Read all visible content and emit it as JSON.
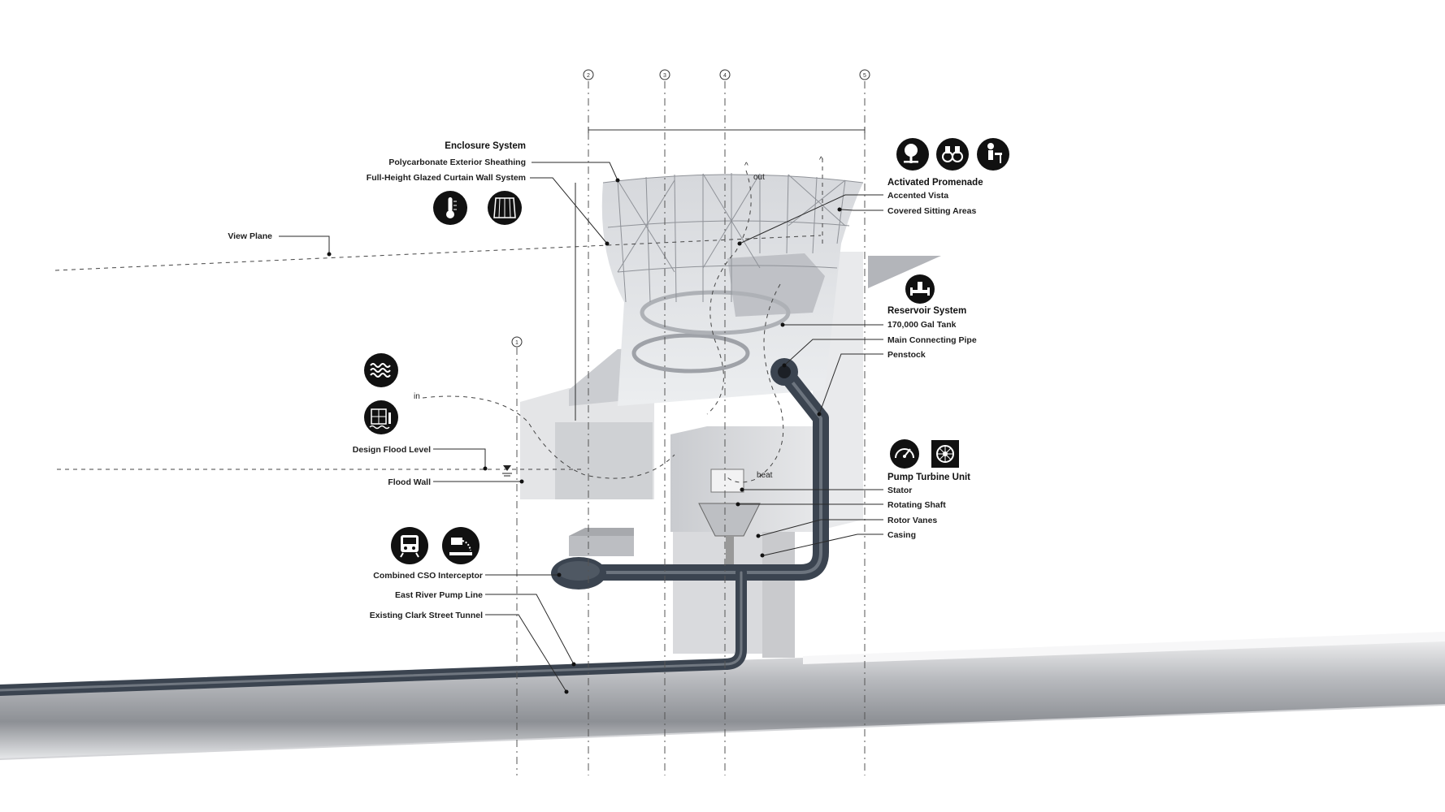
{
  "grid_lines": [
    "1",
    "2",
    "3",
    "4",
    "5"
  ],
  "groups": {
    "enclosure": {
      "title": "Enclosure System",
      "items": [
        "Polycarbonate Exterior Sheathing",
        "Full-Height Glazed Curtain Wall System"
      ],
      "icons": [
        "thermometer-icon",
        "curtain-icon"
      ]
    },
    "promenade": {
      "title": "Activated Promenade",
      "items": [
        "Accented Vista",
        "Covered Sitting Areas"
      ],
      "icons": [
        "tree-bench-icon",
        "binoculars-icon",
        "person-bench-icon"
      ]
    },
    "reservoir": {
      "title": "Reservoir System",
      "items": [
        "170,000 Gal Tank",
        "Main Connecting Pipe",
        "Penstock"
      ],
      "icons": [
        "tank-pipe-icon"
      ]
    },
    "turbine": {
      "title": "Pump Turbine Unit",
      "items": [
        "Stator",
        "Rotating Shaft",
        "Rotor Vanes",
        "Casing"
      ],
      "icons": [
        "gauge-icon",
        "turbine-icon"
      ]
    },
    "flood": {
      "items": [
        "Design Flood Level",
        "Flood Wall"
      ],
      "icons": [
        "waves-icon",
        "building-flood-icon"
      ]
    },
    "infrastructure": {
      "items": [
        "Combined CSO Interceptor",
        "East River Pump Line",
        "Existing Clark Street Tunnel"
      ],
      "icons": [
        "subway-train-icon",
        "sewer-outfall-icon"
      ]
    }
  },
  "view_plane": "View Plane",
  "flow": {
    "in": "in",
    "out": "out",
    "heat": "heat"
  },
  "colors": {
    "pipe": "#3b4450",
    "structure": "#d8d9dc",
    "icon_fill": "#111111",
    "background": "#ffffff"
  }
}
